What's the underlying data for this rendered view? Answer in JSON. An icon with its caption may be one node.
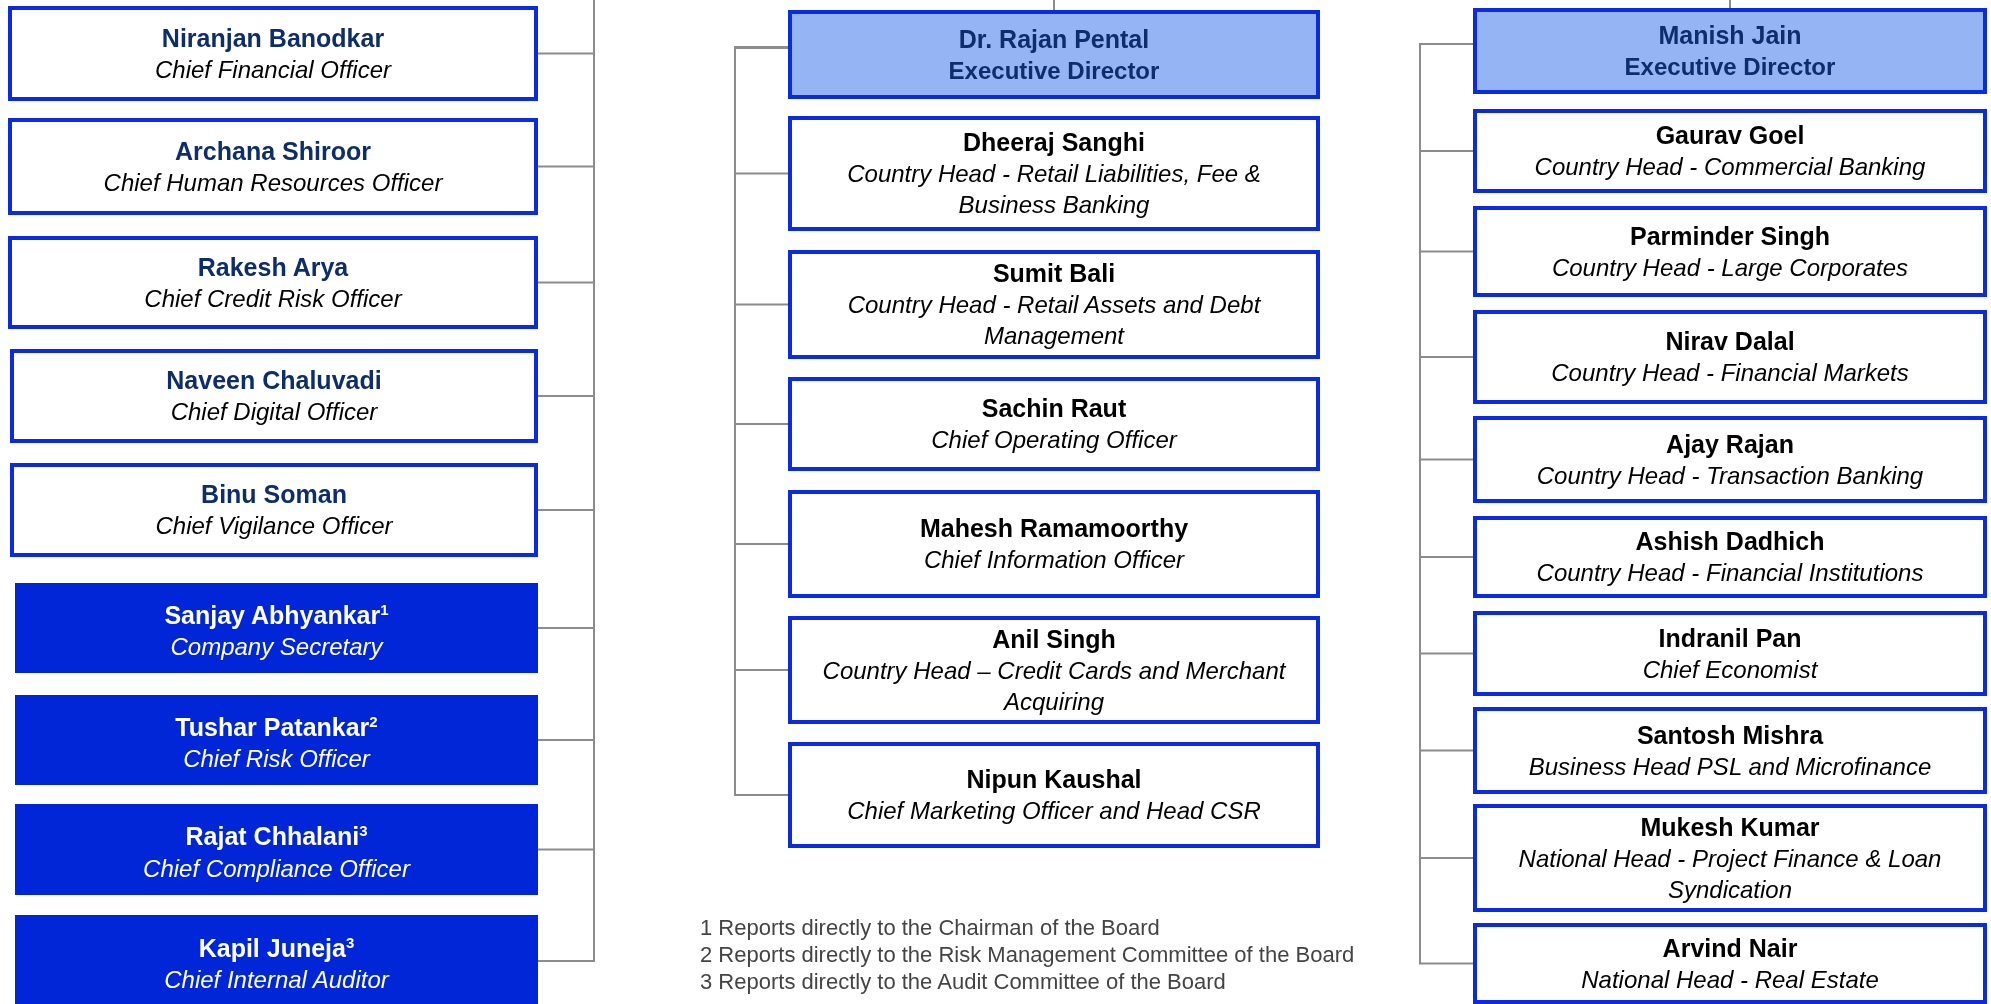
{
  "diagram": {
    "nodes": [
      {
        "text": [
          "Niranjan Banodkar",
          "Chief Financial Officer"
        ]
      },
      {
        "text": [
          "Archana Shiroor",
          "Chief Human Resources Officer"
        ]
      },
      {
        "text": [
          "Rakesh Arya",
          "Chief Credit Risk Officer"
        ]
      },
      {
        "text": [
          "Naveen Chaluvadi",
          "Chief Digital Officer"
        ]
      },
      {
        "text": [
          "Binu Soman",
          "Chief Vigilance Officer"
        ]
      },
      {
        "text": [
          "Sanjay Abhyankar$^{1}$",
          "Company Secretary"
        ]
      },
      {
        "text": [
          "Tushar Patankar$^{2}$",
          "Chief Risk Officer"
        ]
      },
      {
        "text": [
          "Rajat Chhalani$^{3}$",
          "Chief Compliance Officer"
        ]
      },
      {
        "text": [
          "Kapil Juneja$^{3}$",
          "Chief Internal Auditor"
        ]
      },
      {
        "text": [
          "Dr. Rajan Pental",
          "Executive Director"
        ]
      },
      {
        "text": [
          "Dheeraj Sanghi",
          "Country Head - Retail Liabilities, Fee & Business Banking"
        ]
      },
      {
        "text": [
          "Sumit Bali",
          "Country Head - Retail Assets and Debt Management"
        ]
      },
      {
        "text": [
          "Sachin Raut",
          "Chief Operating Officer"
        ]
      },
      {
        "text": [
          "Mahesh Ramamoorthy",
          "Chief Information Officer"
        ]
      },
      {
        "text": [
          "Anil Singh",
          "Country Head – Credit Cards and Merchant Acquiring"
        ]
      },
      {
        "text": [
          "Nipun Kaushal",
          "Chief Marketing Officer and Head CSR"
        ]
      },
      {
        "text": [
          "Manish Jain",
          "Executive Director"
        ]
      },
      {
        "text": [
          "Gaurav Goel",
          "Country Head - Commercial Banking"
        ]
      },
      {
        "text": [
          "Parminder Singh",
          "Country Head - Large Corporates"
        ]
      },
      {
        "text": [
          "Nirav Dalal",
          "Country Head - Financial Markets"
        ]
      },
      {
        "text": [
          "Ajay Rajan",
          "Country Head - Transaction Banking"
        ]
      },
      {
        "text": [
          "Ashish Dadhich",
          "Country Head - Financial Institutions"
        ]
      },
      {
        "text": [
          "Indranil Pan",
          "Chief Economist"
        ]
      },
      {
        "text": [
          "Santosh Mishra",
          "Business Head PSL and Microfinance"
        ]
      },
      {
        "text": [
          "Mukesh Kumar",
          "National Head - Project Finance & Loan Syndication"
        ]
      },
      {
        "text": [
          "Arvind Nair",
          "National Head - Real Estate"
        ]
      }
    ],
    "edges": [
      {
        "from": null,
        "to": 0,
        "arrow": "none"
      },
      {
        "from": null,
        "to": 1,
        "arrow": "none"
      },
      {
        "from": null,
        "to": 2,
        "arrow": "none"
      },
      {
        "from": null,
        "to": 3,
        "arrow": "none"
      },
      {
        "from": null,
        "to": 4,
        "arrow": "none"
      },
      {
        "from": null,
        "to": 5,
        "arrow": "none"
      },
      {
        "from": null,
        "to": 6,
        "arrow": "none"
      },
      {
        "from": null,
        "to": 7,
        "arrow": "none"
      },
      {
        "from": null,
        "to": 8,
        "arrow": "none"
      },
      {
        "from": null,
        "to": 9,
        "arrow": "none"
      },
      {
        "from": 9,
        "to": 10,
        "arrow": "none"
      },
      {
        "from": 9,
        "to": 11,
        "arrow": "none"
      },
      {
        "from": 9,
        "to": 12,
        "arrow": "none"
      },
      {
        "from": 9,
        "to": 13,
        "arrow": "none"
      },
      {
        "from": 9,
        "to": 14,
        "arrow": "none"
      },
      {
        "from": 9,
        "to": 15,
        "arrow": "none"
      },
      {
        "from": null,
        "to": 16,
        "arrow": "none"
      },
      {
        "from": 16,
        "to": 17,
        "arrow": "none"
      },
      {
        "from": 16,
        "to": 18,
        "arrow": "none"
      },
      {
        "from": 16,
        "to": 19,
        "arrow": "none"
      },
      {
        "from": 16,
        "to": 20,
        "arrow": "none"
      },
      {
        "from": 16,
        "to": 21,
        "arrow": "none"
      },
      {
        "from": 16,
        "to": 22,
        "arrow": "none"
      },
      {
        "from": 16,
        "to": 23,
        "arrow": "none"
      },
      {
        "from": 16,
        "to": 24,
        "arrow": "none"
      },
      {
        "from": 16,
        "to": 25,
        "arrow": "none"
      }
    ],
    "labels": [
      "1 Reports directly to the Chairman of the Board",
      "2 Reports directly to the Risk Management Committee of the Board",
      "3 Reports directly to the Audit Committee of the Board"
    ]
  }
}
